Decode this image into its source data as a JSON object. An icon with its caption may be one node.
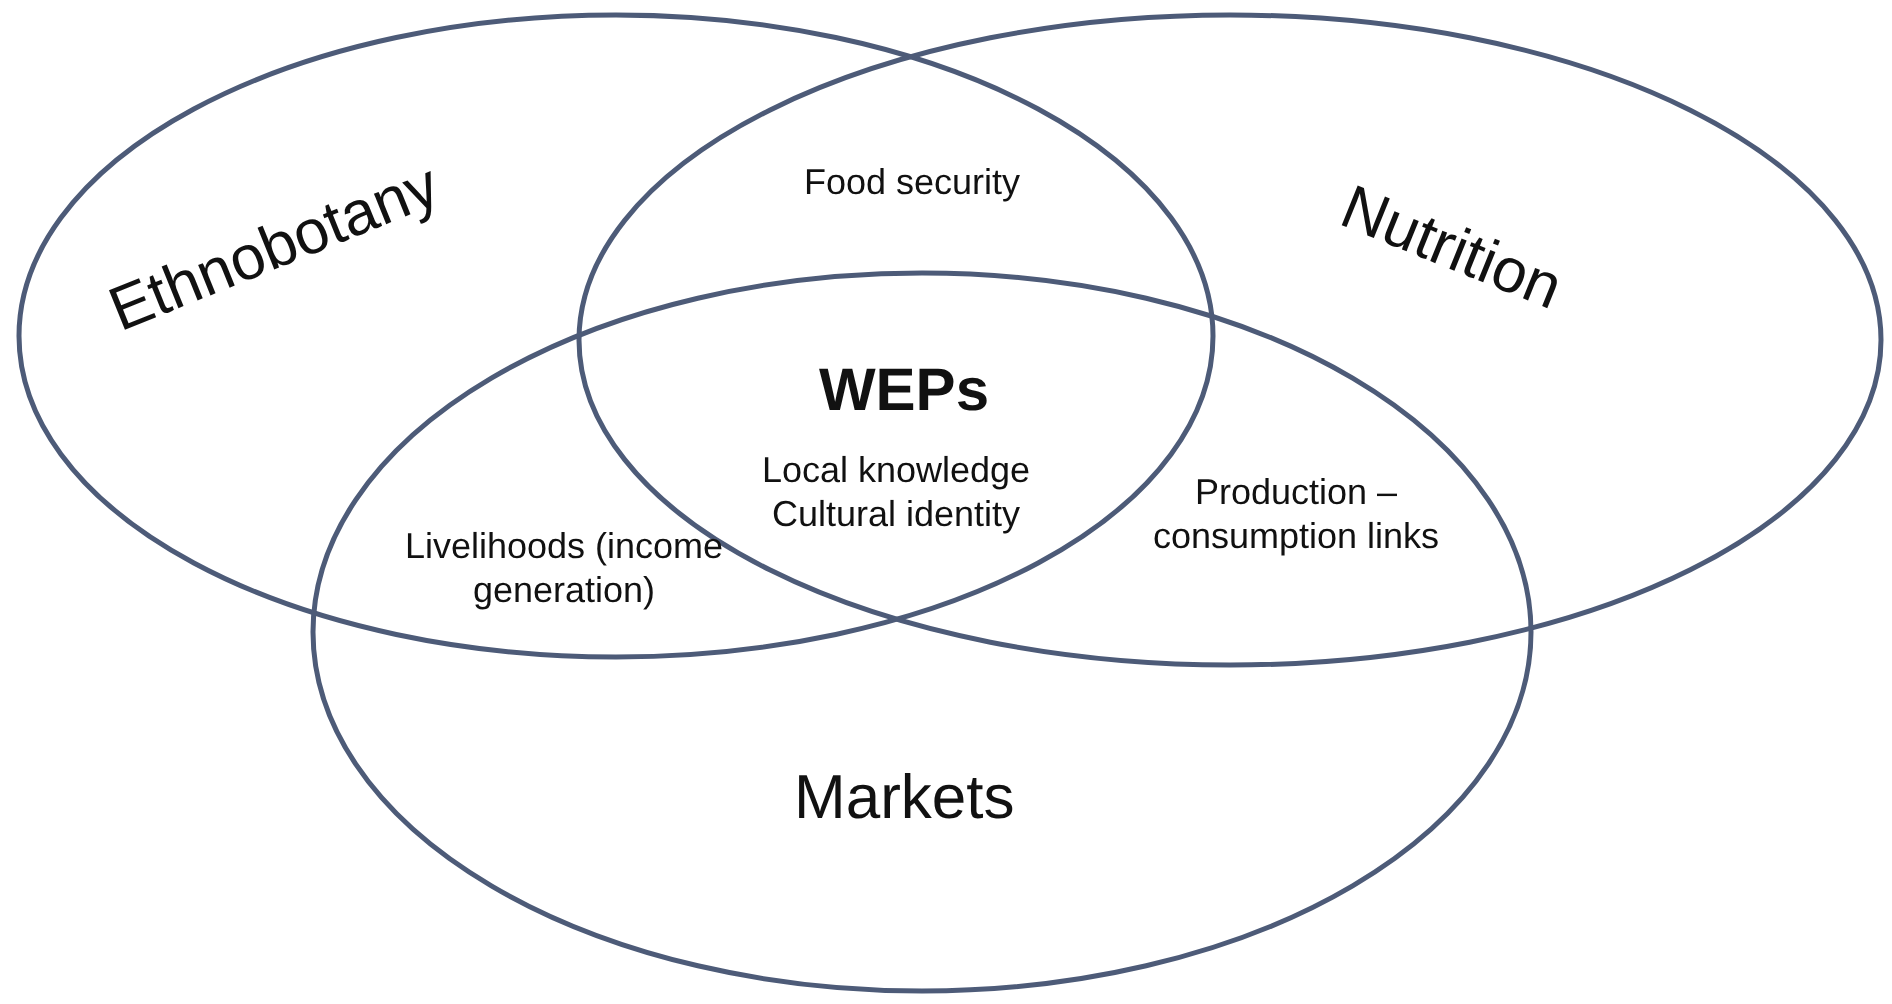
{
  "diagram": {
    "nodes": [
      {
        "text": [
          "Ethnobotany"
        ]
      },
      {
        "text": [
          "Nutrition"
        ]
      },
      {
        "text": [
          "Markets"
        ]
      }
    ],
    "labels": [
      "Food security",
      "WEPs",
      "Local knowledge Cultural identity",
      "Livelihoods (income generation)",
      "Production – consumption links"
    ]
  }
}
